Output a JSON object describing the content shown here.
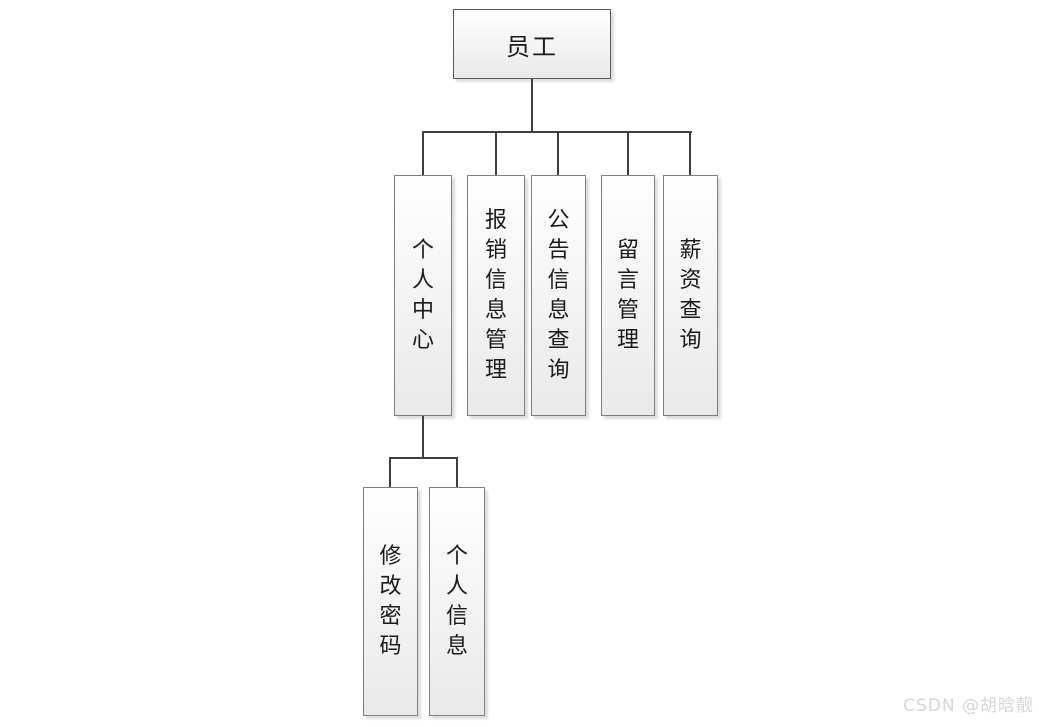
{
  "diagram": {
    "root": {
      "label": "员工"
    },
    "level1": [
      {
        "label": "个人中心"
      },
      {
        "label": "报销信息管理"
      },
      {
        "label": "公告信息查询"
      },
      {
        "label": "留言管理"
      },
      {
        "label": "薪资查询"
      }
    ],
    "level2": [
      {
        "label": "修改密码"
      },
      {
        "label": "个人信息"
      }
    ]
  },
  "watermark": {
    "text": "CSDN @胡晗靓"
  },
  "colors": {
    "line": "#3f3f3f",
    "border-root": "#595959",
    "border-node": "#7f7f7f",
    "fill-top": "#ffffff",
    "fill-bottom": "#e9e9e9",
    "text": "#1a1a1a",
    "watermark": "#d6d6d6"
  }
}
